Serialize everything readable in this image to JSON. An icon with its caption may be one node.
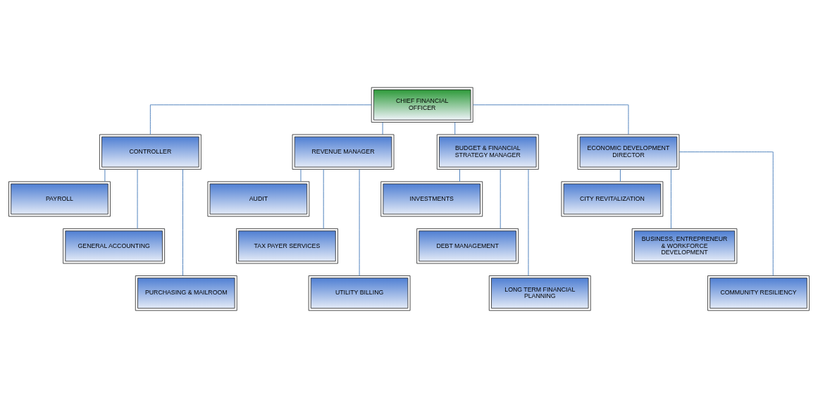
{
  "diagram": {
    "nodes": [
      {
        "text": [
          "CHIEF FINANCIAL OFFICER"
        ]
      },
      {
        "text": [
          "CONTROLLER"
        ]
      },
      {
        "text": [
          "PAYROLL"
        ]
      },
      {
        "text": [
          "GENERAL ACCOUNTING"
        ]
      },
      {
        "text": [
          "PURCHASING & MAILROOM"
        ]
      },
      {
        "text": [
          "REVENUE MANAGER"
        ]
      },
      {
        "text": [
          "AUDIT"
        ]
      },
      {
        "text": [
          "TAX PAYER SERVICES"
        ]
      },
      {
        "text": [
          "UTILITY BILLING"
        ]
      },
      {
        "text": [
          "BUDGET & FINANCIAL STRATEGY MANAGER"
        ]
      },
      {
        "text": [
          "INVESTMENTS"
        ]
      },
      {
        "text": [
          "DEBT MANAGEMENT"
        ]
      },
      {
        "text": [
          "LONG TERM FINANCIAL PLANNING"
        ]
      },
      {
        "text": [
          "ECONOMIC DEVELOPMENT DIRECTOR"
        ]
      },
      {
        "text": [
          "CITY REVITALIZATION"
        ]
      },
      {
        "text": [
          "BUSINESS, ENTREPRENEUR & WORKFORCE DEVELOPMENT"
        ]
      },
      {
        "text": [
          "COMMUNITY RESILIENCY"
        ]
      }
    ],
    "edges": [
      {
        "from": 0,
        "to": 1,
        "arrow": "none"
      },
      {
        "from": 0,
        "to": 5,
        "arrow": "none"
      },
      {
        "from": 0,
        "to": 9,
        "arrow": "none"
      },
      {
        "from": 0,
        "to": 13,
        "arrow": "none"
      },
      {
        "from": 1,
        "to": 2,
        "arrow": "none"
      },
      {
        "from": 1,
        "to": 3,
        "arrow": "none"
      },
      {
        "from": 1,
        "to": 4,
        "arrow": "none"
      },
      {
        "from": 5,
        "to": 6,
        "arrow": "none"
      },
      {
        "from": 5,
        "to": 7,
        "arrow": "none"
      },
      {
        "from": 5,
        "to": 8,
        "arrow": "none"
      },
      {
        "from": 9,
        "to": 10,
        "arrow": "none"
      },
      {
        "from": 9,
        "to": 11,
        "arrow": "none"
      },
      {
        "from": 9,
        "to": 12,
        "arrow": "none"
      },
      {
        "from": 13,
        "to": 14,
        "arrow": "none"
      },
      {
        "from": 13,
        "to": 15,
        "arrow": "none"
      },
      {
        "from": 13,
        "to": 16,
        "arrow": "none"
      }
    ]
  }
}
